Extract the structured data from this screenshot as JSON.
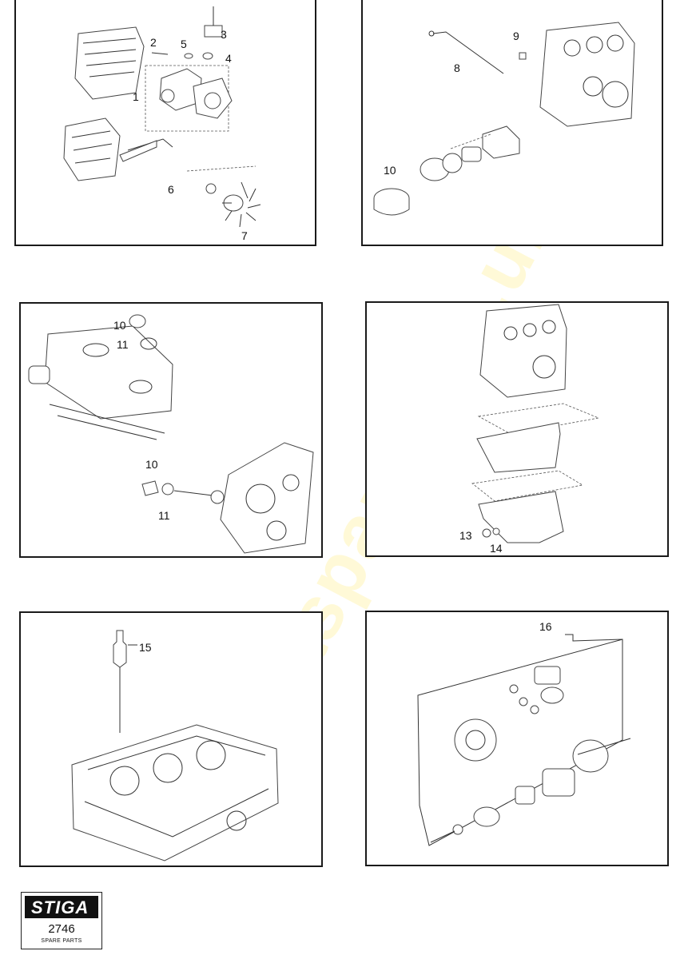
{
  "watermark": "gaspares.co.uk",
  "panels": [
    {
      "labels": [
        "1",
        "2",
        "3",
        "4",
        "5",
        "6",
        "7"
      ]
    },
    {
      "labels": [
        "8",
        "9",
        "10"
      ]
    },
    {
      "labels": [
        "10",
        "11",
        "10",
        "11"
      ]
    },
    {
      "labels": [
        "13",
        "14"
      ]
    },
    {
      "labels": [
        "15"
      ]
    },
    {
      "labels": [
        "16"
      ]
    }
  ],
  "logo": {
    "brand": "STIGA",
    "number": "2746",
    "subtitle": "SPARE PARTS"
  }
}
